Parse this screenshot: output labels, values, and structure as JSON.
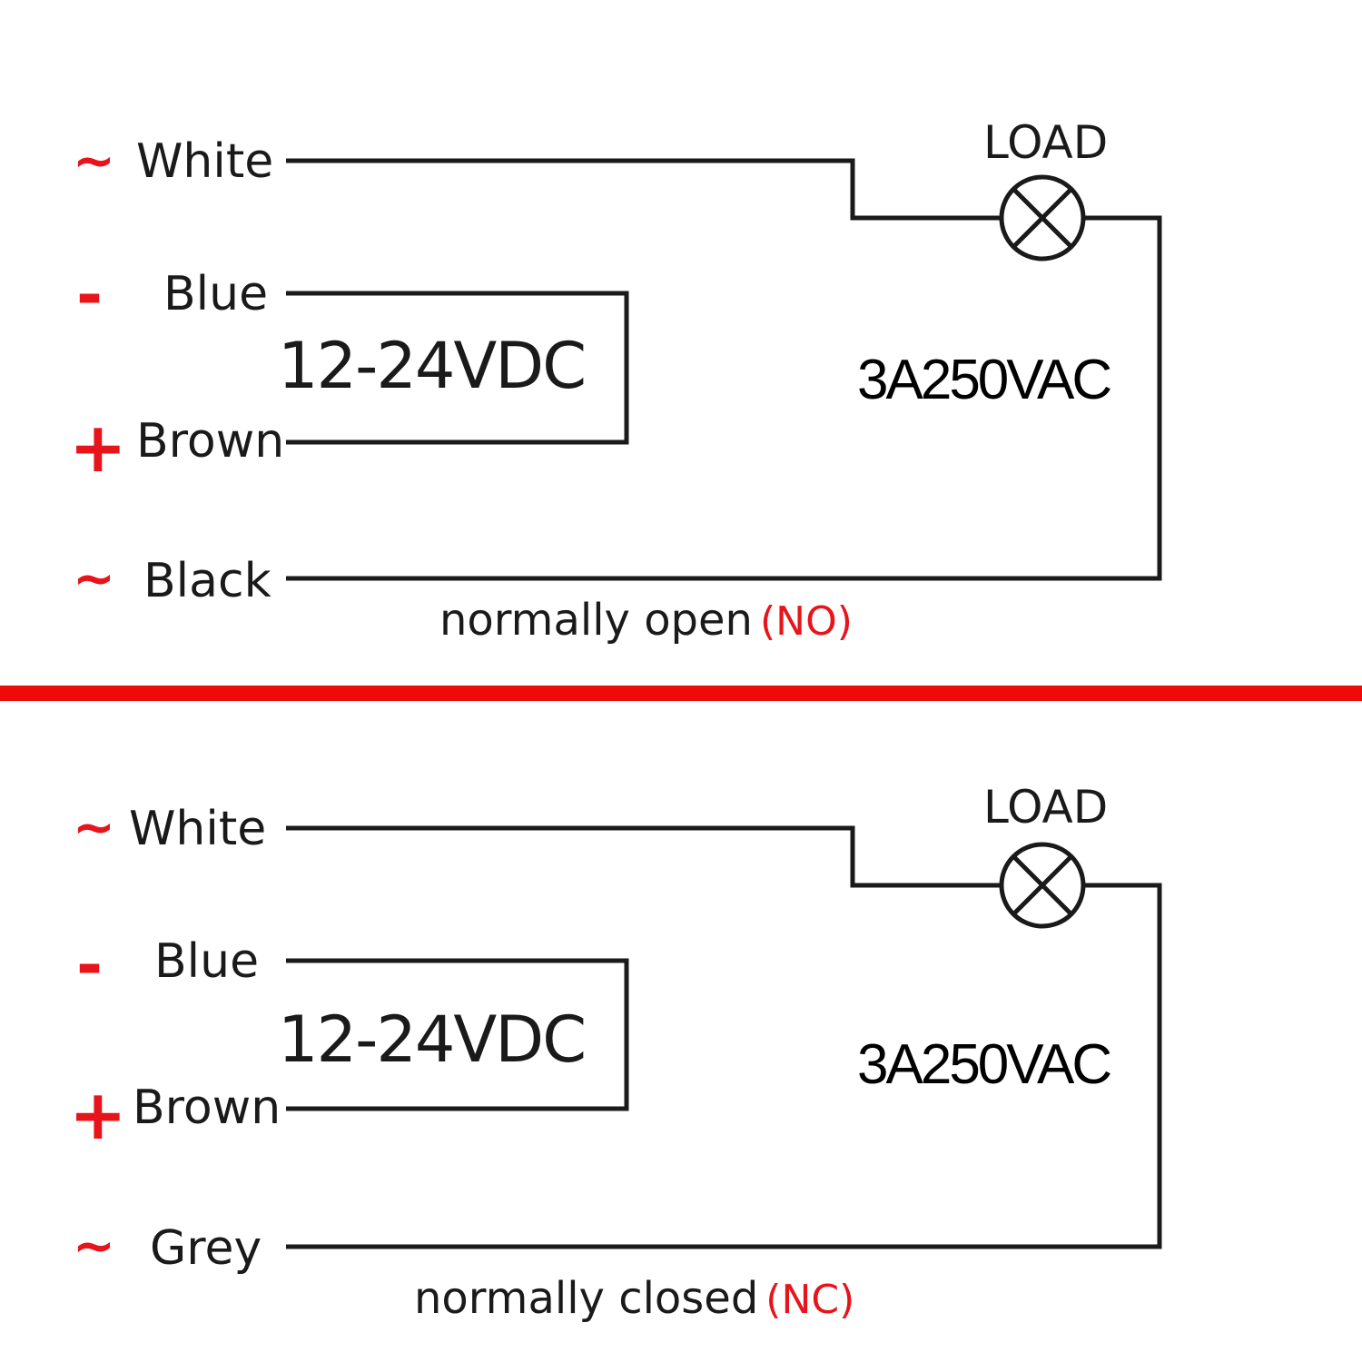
{
  "colors": {
    "accent": "#ee0a0a",
    "symbol": "#e8141b",
    "line": "#1a1a1a",
    "background": "#ffffff"
  },
  "diagrams": [
    {
      "terminals": [
        {
          "symbol": "~",
          "wire": "White"
        },
        {
          "symbol": "-",
          "wire": "Blue"
        },
        {
          "symbol": "+",
          "wire": "Brown"
        },
        {
          "symbol": "~",
          "wire": "Black"
        }
      ],
      "supply_voltage": "12-24VDC",
      "load_label": "LOAD",
      "load_icon": "lamp-cross-icon",
      "rating": "3A250VAC",
      "caption": "normally open",
      "mode": "(NO)"
    },
    {
      "terminals": [
        {
          "symbol": "~",
          "wire": "White"
        },
        {
          "symbol": "-",
          "wire": "Blue"
        },
        {
          "symbol": "+",
          "wire": "Brown"
        },
        {
          "symbol": "~",
          "wire": "Grey"
        }
      ],
      "supply_voltage": "12-24VDC",
      "load_label": "LOAD",
      "load_icon": "lamp-cross-icon",
      "rating": "3A250VAC",
      "caption": "normally closed",
      "mode": "(NC)"
    }
  ]
}
